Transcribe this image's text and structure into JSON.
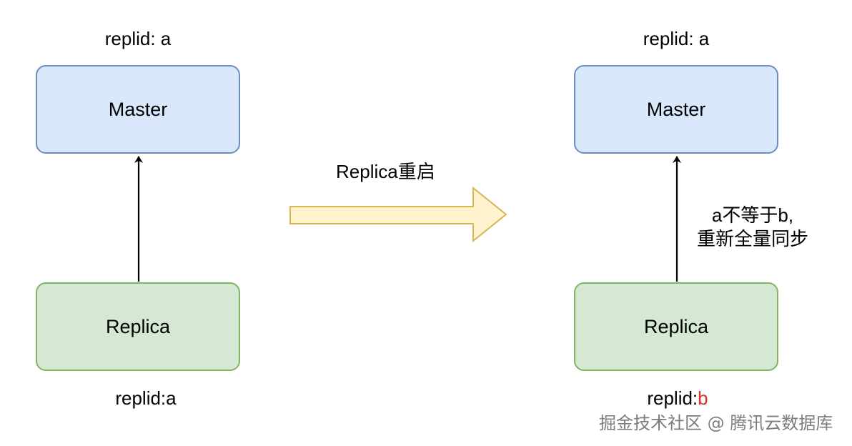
{
  "left": {
    "master_replid": "replid: a",
    "master_label": "Master",
    "replica_label": "Replica",
    "replica_replid_prefix": "replid: ",
    "replica_replid_value": "a"
  },
  "transition": {
    "label": "Replica重启"
  },
  "right": {
    "master_replid": "replid: a",
    "master_label": "Master",
    "replica_label": "Replica",
    "replica_replid_prefix": "replid: ",
    "replica_replid_value": "b",
    "edge_note_line1": "a不等于b,",
    "edge_note_line2": "重新全量同步"
  },
  "watermark": "掘金技术社区 @ 腾讯云数据库",
  "colors": {
    "master_fill": "#dae8fc",
    "master_border": "#6c8ebf",
    "replica_fill": "#d5e8d4",
    "replica_border": "#82b366",
    "transition_arrow_fill": "#fff2cc",
    "transition_arrow_border": "#d6b656",
    "highlight_value": "#d93025"
  }
}
